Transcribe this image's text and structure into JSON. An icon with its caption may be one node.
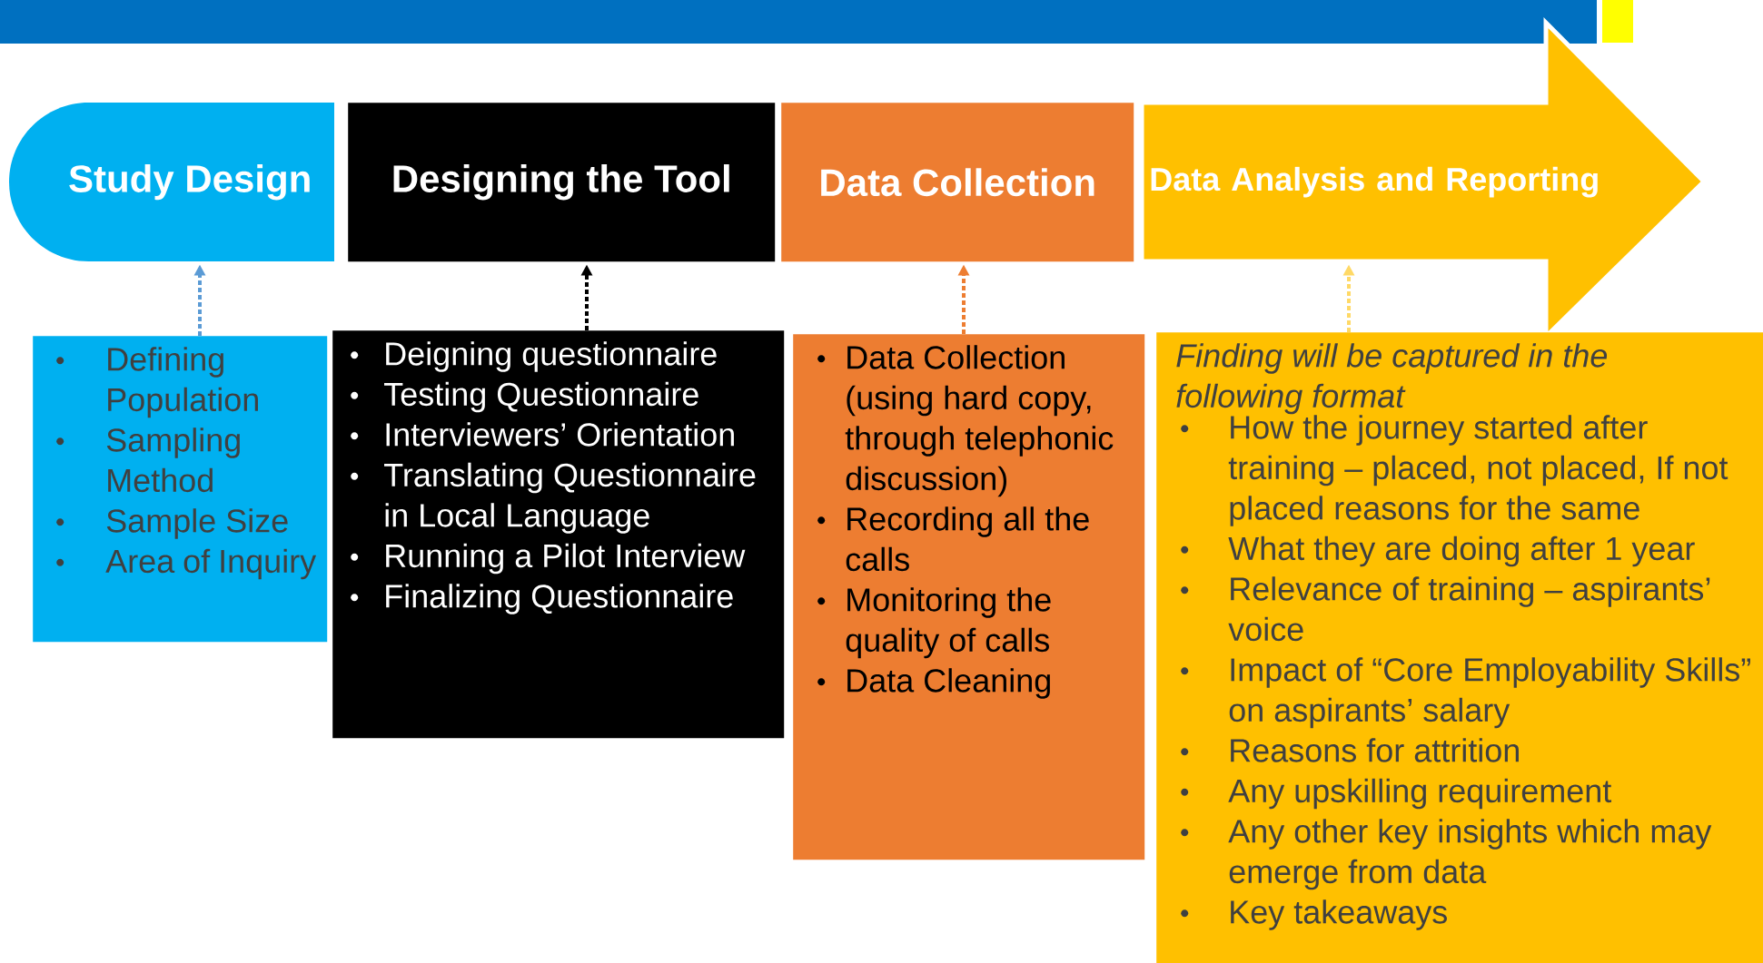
{
  "diagram": {
    "nodes": [
      {
        "text": [
          "Study Design"
        ]
      },
      {
        "text": [
          "Designing the Tool"
        ]
      },
      {
        "text": [
          "Data Collection"
        ]
      },
      {
        "text": [
          "Data Analysis and Reporting"
        ]
      },
      {
        "text": [
          "Defining Population",
          "Sampling Method",
          "Sample Size",
          "Area of Inquiry"
        ]
      },
      {
        "text": [
          "Deigning questionnaire",
          "Testing Questionnaire",
          "Interviewers’ Orientation",
          "Translating Questionnaire in Local Language",
          "Running a Pilot Interview",
          "Finalizing Questionnaire"
        ]
      },
      {
        "text": [
          "Data Collection (using hard copy, through telephonic discussion)",
          "Recording all the calls",
          "Monitoring the quality of calls",
          "Data Cleaning"
        ]
      },
      {
        "text": [
          "Finding will be captured in the following format",
          "How the journey started after training – placed, not placed, If not placed reasons for the same",
          "What they are doing after 1 year",
          "Relevance of training – aspirants’ voice",
          "Impact of “Core Employability Skills” on aspirants’ salary",
          "Reasons for attrition",
          "Any upskilling requirement",
          "Any other key insights which may emerge from data",
          "Key takeaways"
        ]
      }
    ],
    "edges": [
      {
        "from": 4,
        "to": 0,
        "arrow": "to",
        "style": "dashed",
        "color": "#5b9bd5"
      },
      {
        "from": 5,
        "to": 1,
        "arrow": "to",
        "style": "dashed",
        "color": "#000000"
      },
      {
        "from": 6,
        "to": 2,
        "arrow": "to",
        "style": "dashed",
        "color": "#ed7d31"
      },
      {
        "from": 7,
        "to": 3,
        "arrow": "to",
        "style": "dashed",
        "color": "#ffd966"
      }
    ]
  }
}
